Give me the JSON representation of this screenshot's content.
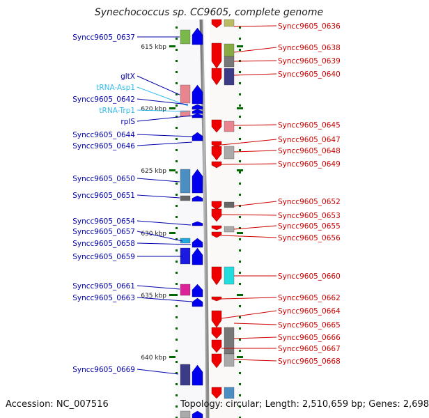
{
  "title": "Synechococcus sp. CC9605, complete genome",
  "footer": {
    "accession": "Accession: NC_007516",
    "summary": "Topology: circular; Length: 2,510,659 bp; Genes: 2,698"
  },
  "scale_labels": [
    "615 kbp",
    "620 kbp",
    "625 kbp",
    "630 kbp",
    "635 kbp",
    "640 kbp"
  ],
  "left_labels": [
    {
      "text": "Syncc9605_0637",
      "color": "#0000aa"
    },
    {
      "text": "gltX",
      "color": "#0000aa"
    },
    {
      "text": "tRNA-Asp1",
      "color": "#33bbee"
    },
    {
      "text": "Syncc9605_0642",
      "color": "#0000aa"
    },
    {
      "text": "tRNA-Trp1",
      "color": "#33bbee"
    },
    {
      "text": "rplS",
      "color": "#0000aa"
    },
    {
      "text": "Syncc9605_0644",
      "color": "#0000aa"
    },
    {
      "text": "Syncc9605_0646",
      "color": "#0000aa"
    },
    {
      "text": "Syncc9605_0650",
      "color": "#0000aa"
    },
    {
      "text": "Syncc9605_0651",
      "color": "#0000aa"
    },
    {
      "text": "Syncc9605_0654",
      "color": "#0000aa"
    },
    {
      "text": "Syncc9605_0657",
      "color": "#0000aa"
    },
    {
      "text": "Syncc9605_0658",
      "color": "#0000aa"
    },
    {
      "text": "Syncc9605_0659",
      "color": "#0000aa"
    },
    {
      "text": "Syncc9605_0661",
      "color": "#0000aa"
    },
    {
      "text": "Syncc9605_0663",
      "color": "#0000aa"
    },
    {
      "text": "Syncc9605_0669",
      "color": "#0000aa"
    }
  ],
  "right_labels": [
    {
      "text": "Syncc9605_0636",
      "color": "#cc0000"
    },
    {
      "text": "Syncc9605_0638",
      "color": "#cc0000"
    },
    {
      "text": "Syncc9605_0639",
      "color": "#cc0000"
    },
    {
      "text": "Syncc9605_0640",
      "color": "#cc0000"
    },
    {
      "text": "Syncc9605_0645",
      "color": "#cc0000"
    },
    {
      "text": "Syncc9605_0647",
      "color": "#cc0000"
    },
    {
      "text": "Syncc9605_0648",
      "color": "#cc0000"
    },
    {
      "text": "Syncc9605_0649",
      "color": "#cc0000"
    },
    {
      "text": "Syncc9605_0652",
      "color": "#cc0000"
    },
    {
      "text": "Syncc9605_0653",
      "color": "#cc0000"
    },
    {
      "text": "Syncc9605_0655",
      "color": "#cc0000"
    },
    {
      "text": "Syncc9605_0656",
      "color": "#cc0000"
    },
    {
      "text": "Syncc9605_0660",
      "color": "#cc0000"
    },
    {
      "text": "Syncc9605_0662",
      "color": "#cc0000"
    },
    {
      "text": "Syncc9605_0664",
      "color": "#cc0000"
    },
    {
      "text": "Syncc9605_0665",
      "color": "#cc0000"
    },
    {
      "text": "Syncc9605_0666",
      "color": "#cc0000"
    },
    {
      "text": "Syncc9605_0667",
      "color": "#cc0000"
    },
    {
      "text": "Syncc9605_0668",
      "color": "#cc0000"
    }
  ],
  "colors": {
    "forward_strand": "#0000ee",
    "reverse_strand": "#ee0000",
    "backbone": "#999999",
    "tick": "#006600",
    "forward_label": "#0000aa",
    "reverse_label": "#cc0000",
    "rna_label": "#33bbee"
  }
}
